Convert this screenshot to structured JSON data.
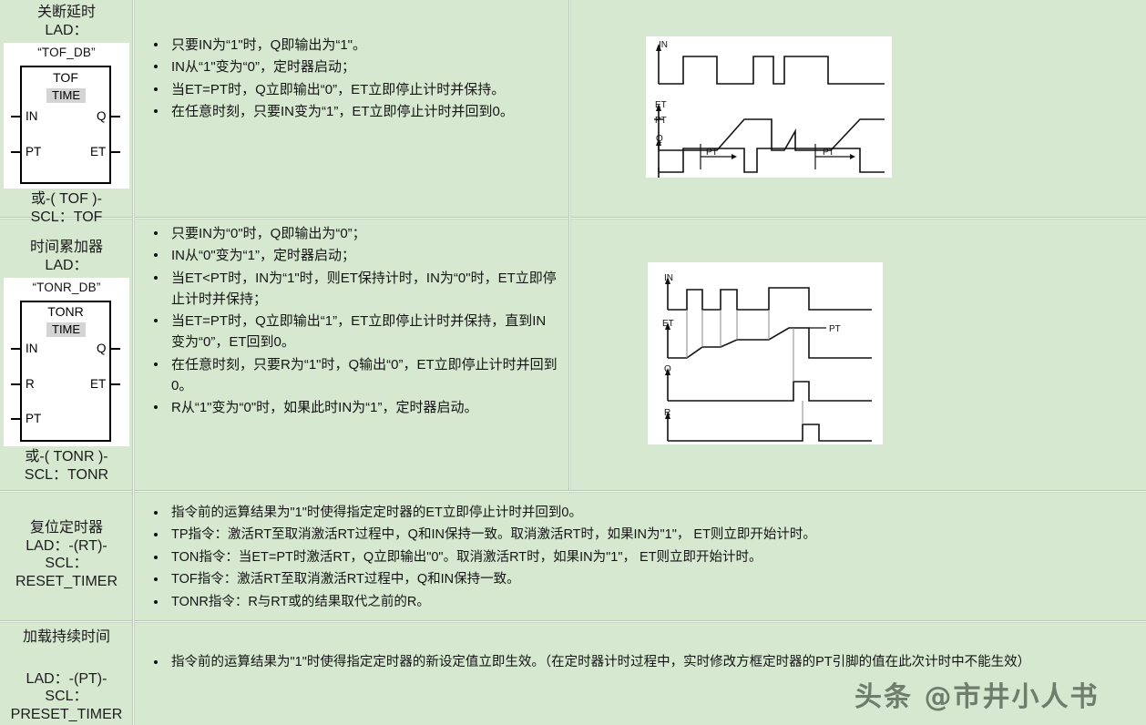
{
  "table": {
    "rows": [
      {
        "id": "tof",
        "label": {
          "title": "关断延时",
          "lad_prefix": "LAD：",
          "alt": "或-( TOF )-",
          "scl": "SCL：TOF"
        },
        "block": {
          "db": "“TOF_DB”",
          "name": "TOF",
          "type": "TIME",
          "inputs": [
            "IN",
            "PT"
          ],
          "outputs": [
            "Q",
            "ET"
          ]
        },
        "bullets": [
          "只要IN为“1\"时，Q即输出为“1\"。",
          "IN从“1\"变为“0”，定时器启动；",
          "当ET=PT时，Q立即输出“0”，ET立即停止计时并保持。",
          "在任意时刻，只要IN变为“1”，ET立即停止计时并回到0。"
        ],
        "diagram": {
          "type": "tof-timing",
          "signals": [
            "IN",
            "ET",
            "PT",
            "Q"
          ],
          "annotations": [
            "PT",
            "PT"
          ]
        }
      },
      {
        "id": "tonr",
        "label": {
          "title": "时间累加器",
          "lad_prefix": "LAD：",
          "alt": "或-( TONR )-",
          "scl": "SCL：TONR"
        },
        "block": {
          "db": "“TONR_DB”",
          "name": "TONR",
          "type": "TIME",
          "inputs": [
            "IN",
            "R",
            "PT"
          ],
          "outputs": [
            "Q",
            "ET"
          ]
        },
        "bullets": [
          "只要IN为“0\"时，Q即输出为“0”；",
          "IN从“0\"变为“1”，定时器启动；",
          "当ET<PT时，IN为“1\"时，则ET保持计时，IN为“0\"时，ET立即停止计时并保持；",
          "当ET=PT时，Q立即输出“1”，ET立即停止计时并保持，直到IN变为“0”，ET回到0。",
          "在任意时刻，只要R为“1\"时，Q输出“0”，ET立即停止计时并回到0。",
          "R从“1\"变为“0\"时，如果此时IN为“1”，定时器启动。"
        ],
        "diagram": {
          "type": "tonr-timing",
          "signals": [
            "IN",
            "ET",
            "Q",
            "R"
          ],
          "annotations": [
            "PT"
          ]
        }
      },
      {
        "id": "rt",
        "label": {
          "title": "复位定时器",
          "lad_prefix": "LAD：-(RT)-",
          "scl_prefix": "SCL：",
          "scl": "RESET_TIMER"
        },
        "bullets": [
          "指令前的运算结果为\"1\"时使得指定定时器的ET立即停止计时并回到0。",
          "TP指令：激活RT至取消激活RT过程中，Q和IN保持一致。取消激活RT时，如果IN为\"1\"， ET则立即开始计时。",
          "TON指令：当ET=PT时激活RT，Q立即输出\"0\"。取消激活RT时，如果IN为\"1\"， ET则立即开始计时。",
          "TOF指令：激活RT至取消激活RT过程中，Q和IN保持一致。",
          "TONR指令：R与RT或的结果取代之前的R。"
        ]
      },
      {
        "id": "pt",
        "label": {
          "title": "加载持续时间",
          "lad_prefix": "LAD：-(PT)-",
          "scl_prefix": "SCL：",
          "scl": "PRESET_TIMER"
        },
        "bullets": [
          "指令前的运算结果为\"1\"时使得指定定时器的新设定值立即生效。（在定时器计时过程中，实时修改方框定时器的PT引脚的值在此次计时中不能生效）"
        ]
      }
    ]
  },
  "watermark": "头条 @市井小人书",
  "colors": {
    "background": "#d6e8d0",
    "grid": "#f2f6f0",
    "block_fill": "#ffffff",
    "type_badge": "#d4d4d4",
    "text": "#141414"
  }
}
